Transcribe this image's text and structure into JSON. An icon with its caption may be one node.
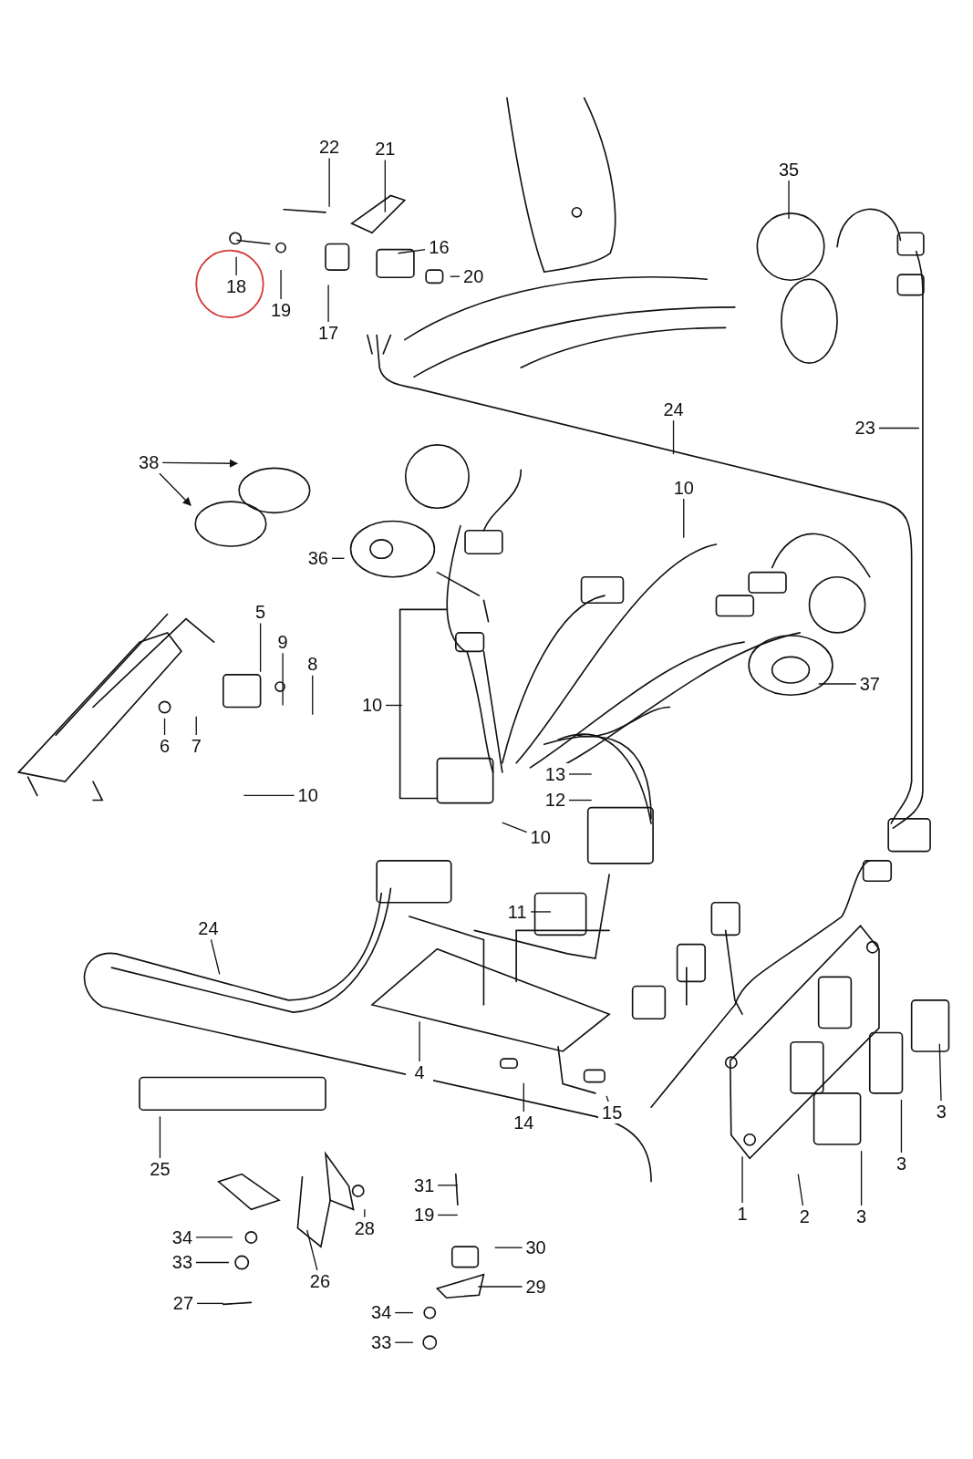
{
  "diagram": {
    "nodes": [
      {
        "text": [
          "22"
        ]
      },
      {
        "text": [
          "21"
        ]
      },
      {
        "text": [
          "18"
        ]
      },
      {
        "text": [
          "19"
        ]
      },
      {
        "text": [
          "17"
        ]
      },
      {
        "text": [
          "16"
        ]
      },
      {
        "text": [
          "20"
        ]
      },
      {
        "text": [
          "35"
        ]
      },
      {
        "text": [
          "24"
        ]
      },
      {
        "text": [
          "23"
        ]
      },
      {
        "text": [
          "38"
        ]
      },
      {
        "text": [
          "10"
        ]
      },
      {
        "text": [
          "36"
        ]
      },
      {
        "text": [
          "5"
        ]
      },
      {
        "text": [
          "9"
        ]
      },
      {
        "text": [
          "8"
        ]
      },
      {
        "text": [
          "10"
        ]
      },
      {
        "text": [
          "37"
        ]
      },
      {
        "text": [
          "6"
        ]
      },
      {
        "text": [
          "7"
        ]
      },
      {
        "text": [
          "10"
        ]
      },
      {
        "text": [
          "13"
        ]
      },
      {
        "text": [
          "12"
        ]
      },
      {
        "text": [
          "10"
        ]
      },
      {
        "text": [
          "11"
        ]
      },
      {
        "text": [
          "24"
        ]
      },
      {
        "text": [
          "4"
        ]
      },
      {
        "text": [
          "14"
        ]
      },
      {
        "text": [
          "15"
        ]
      },
      {
        "text": [
          "3"
        ]
      },
      {
        "text": [
          "3"
        ]
      },
      {
        "text": [
          "3"
        ]
      },
      {
        "text": [
          "25"
        ]
      },
      {
        "text": [
          "1"
        ]
      },
      {
        "text": [
          "2"
        ]
      },
      {
        "text": [
          "28"
        ]
      },
      {
        "text": [
          "31"
        ]
      },
      {
        "text": [
          "19"
        ]
      },
      {
        "text": [
          "30"
        ]
      },
      {
        "text": [
          "29"
        ]
      },
      {
        "text": [
          "34"
        ]
      },
      {
        "text": [
          "33"
        ]
      },
      {
        "text": [
          "26"
        ]
      },
      {
        "text": [
          "27"
        ]
      },
      {
        "text": [
          "34"
        ]
      },
      {
        "text": [
          "33"
        ]
      }
    ],
    "edges": [
      {
        "from": 0,
        "to": null,
        "arrow": "none"
      },
      {
        "from": 1,
        "to": null,
        "arrow": "none"
      },
      {
        "from": 2,
        "to": null,
        "arrow": "none"
      },
      {
        "from": 3,
        "to": null,
        "arrow": "none"
      },
      {
        "from": 4,
        "to": null,
        "arrow": "none"
      },
      {
        "from": 5,
        "to": null,
        "arrow": "none"
      },
      {
        "from": 6,
        "to": null,
        "arrow": "none"
      },
      {
        "from": 7,
        "to": null,
        "arrow": "none"
      },
      {
        "from": 8,
        "to": null,
        "arrow": "none"
      },
      {
        "from": 9,
        "to": null,
        "arrow": "none"
      },
      {
        "from": 10,
        "to": null,
        "arrow": "to"
      },
      {
        "from": 10,
        "to": null,
        "arrow": "to"
      },
      {
        "from": 11,
        "to": null,
        "arrow": "none"
      },
      {
        "from": 12,
        "to": null,
        "arrow": "none"
      },
      {
        "from": 13,
        "to": null,
        "arrow": "none"
      },
      {
        "from": 14,
        "to": null,
        "arrow": "none"
      },
      {
        "from": 15,
        "to": null,
        "arrow": "none"
      },
      {
        "from": 16,
        "to": null,
        "arrow": "none"
      },
      {
        "from": 17,
        "to": null,
        "arrow": "none"
      },
      {
        "from": 18,
        "to": null,
        "arrow": "none"
      },
      {
        "from": 19,
        "to": null,
        "arrow": "none"
      },
      {
        "from": 20,
        "to": null,
        "arrow": "none"
      },
      {
        "from": 21,
        "to": null,
        "arrow": "none"
      },
      {
        "from": 22,
        "to": null,
        "arrow": "none"
      },
      {
        "from": 23,
        "to": null,
        "arrow": "none"
      },
      {
        "from": 24,
        "to": null,
        "arrow": "none"
      },
      {
        "from": 25,
        "to": null,
        "arrow": "none"
      },
      {
        "from": 26,
        "to": null,
        "arrow": "none"
      },
      {
        "from": 27,
        "to": null,
        "arrow": "none"
      },
      {
        "from": 28,
        "to": null,
        "arrow": "none"
      },
      {
        "from": 29,
        "to": null,
        "arrow": "none"
      },
      {
        "from": 30,
        "to": null,
        "arrow": "none"
      },
      {
        "from": 31,
        "to": null,
        "arrow": "none"
      },
      {
        "from": 32,
        "to": null,
        "arrow": "none"
      },
      {
        "from": 33,
        "to": null,
        "arrow": "none"
      },
      {
        "from": 34,
        "to": null,
        "arrow": "none"
      },
      {
        "from": 35,
        "to": null,
        "arrow": "none"
      },
      {
        "from": 36,
        "to": null,
        "arrow": "none"
      },
      {
        "from": 37,
        "to": null,
        "arrow": "none"
      },
      {
        "from": 38,
        "to": null,
        "arrow": "none"
      },
      {
        "from": 39,
        "to": null,
        "arrow": "none"
      },
      {
        "from": 40,
        "to": null,
        "arrow": "none"
      },
      {
        "from": 41,
        "to": null,
        "arrow": "none"
      },
      {
        "from": 42,
        "to": null,
        "arrow": "none"
      },
      {
        "from": 43,
        "to": null,
        "arrow": "none"
      },
      {
        "from": 44,
        "to": null,
        "arrow": "none"
      },
      {
        "from": 45,
        "to": null,
        "arrow": "none"
      }
    ]
  }
}
